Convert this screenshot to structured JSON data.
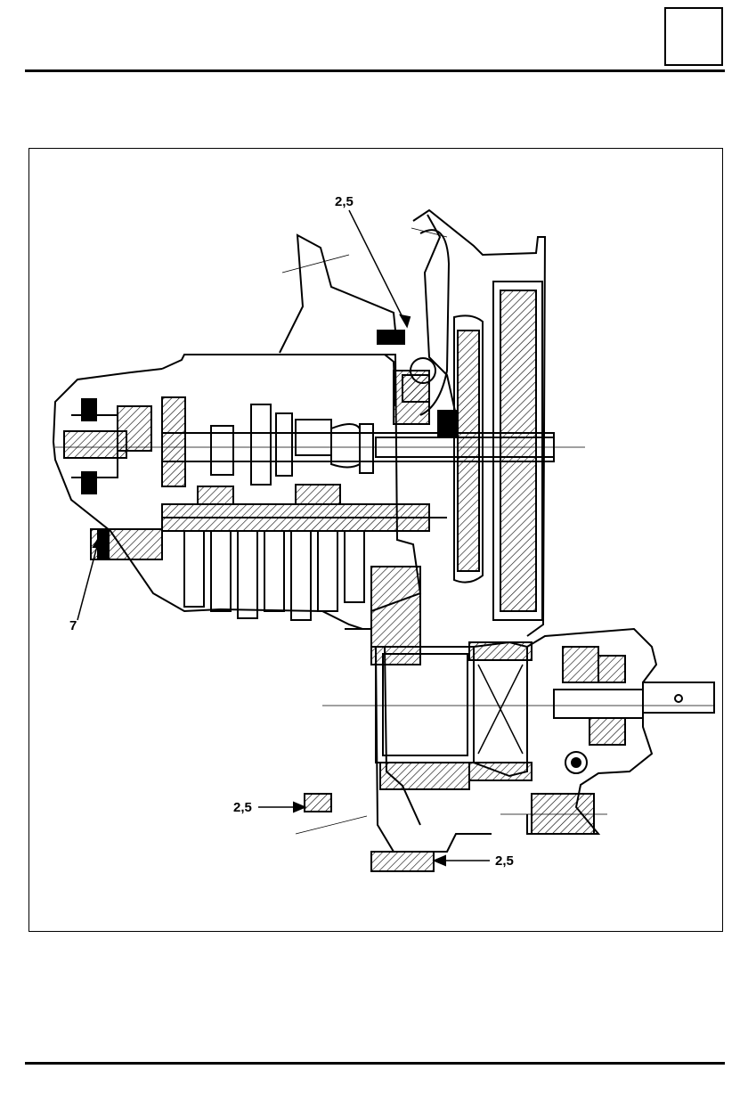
{
  "labels": {
    "torque_top": "2,5",
    "torque_left": "7",
    "torque_bottom_left": "2,5",
    "torque_bottom_right": "2,5"
  },
  "colors": {
    "ink": "#000000",
    "paper": "#ffffff"
  }
}
